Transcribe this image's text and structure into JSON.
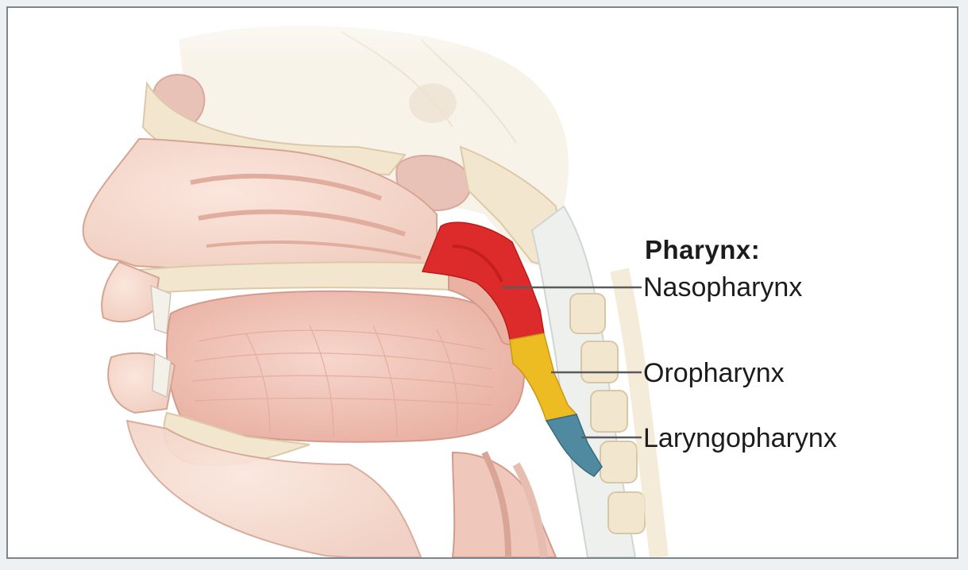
{
  "diagram": {
    "heading": "Pharynx:",
    "labels": {
      "nasopharynx": "Nasopharynx",
      "oropharynx": "Oropharynx",
      "laryngopharynx": "Laryngopharynx"
    },
    "colors": {
      "nasopharynx": "#dd2a2a",
      "oropharynx": "#edbb22",
      "laryngopharynx": "#4f8aa0",
      "tissue": "#eec3b8",
      "bone": "#f2e6cf",
      "leader_line": "#5a5a5a"
    }
  }
}
